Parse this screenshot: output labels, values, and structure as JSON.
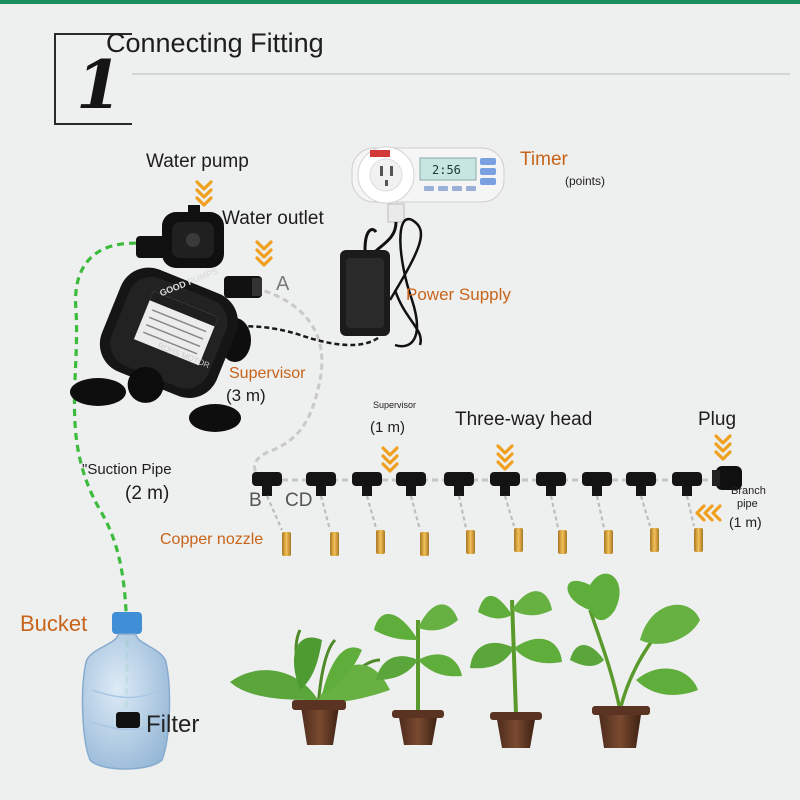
{
  "header": {
    "step_number": "1",
    "title": "Connecting Fitting"
  },
  "labels": {
    "water_pump": "Water pump",
    "water_outlet": "Water outlet",
    "timer": "Timer",
    "timer_sub": "(points)",
    "power_supply": "Power Supply",
    "letter_a": "A",
    "supervisor_main": "Supervisor",
    "supervisor_main_len": "(3 m)",
    "supervisor_small": "Supervisor",
    "supervisor_small_len": "(1 m)",
    "three_way_head": "Three-way head",
    "plug": "Plug",
    "branch_pipe_1": "Branch",
    "branch_pipe_2": "pipe",
    "branch_len": "(1 m)",
    "suction_pipe": "\"Suction Pipe",
    "suction_len": "(2 m)",
    "letter_b": "B",
    "letter_cd": "CD",
    "copper_nozzle": "Copper nozzle",
    "bucket": "Bucket",
    "filter": "Filter"
  },
  "devices": {
    "pump_brand": "GOOD PUMPS",
    "pump_motor": "ROHS MOTOR",
    "timer_display": "2:56"
  },
  "colors": {
    "accent_green": "#1c8f5e",
    "label_orange": "#c8641a",
    "arrow_orange": "#f0a020",
    "suction_pipe_green": "#3dbb3d"
  },
  "icons": {
    "down_arrow": "double-chevron-down-icon",
    "left_arrow": "double-chevron-left-icon"
  }
}
